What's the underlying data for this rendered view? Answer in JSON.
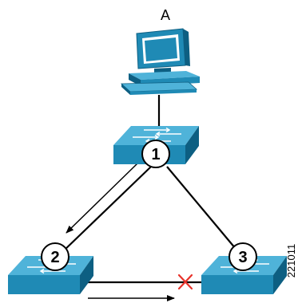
{
  "host": {
    "label": "A",
    "icon": "workstation-icon"
  },
  "switches": [
    {
      "id": "switch-1",
      "number": "1",
      "icon": "switch-icon"
    },
    {
      "id": "switch-2",
      "number": "2",
      "icon": "switch-icon"
    },
    {
      "id": "switch-3",
      "number": "3",
      "icon": "switch-icon"
    }
  ],
  "links": {
    "host_to_switch1": "connected",
    "switch1_to_switch2": "connected",
    "switch1_to_switch3": "connected",
    "switch2_to_switch3": "blocked"
  },
  "blocked_marker_icon": "x-mark-icon",
  "figure_id": "221011",
  "colors": {
    "device_blue": "#1f8ab5",
    "device_top": "#4fb3d9",
    "device_dark": "#0d5f82",
    "blocked_red": "#e8322a",
    "line": "#000000"
  }
}
